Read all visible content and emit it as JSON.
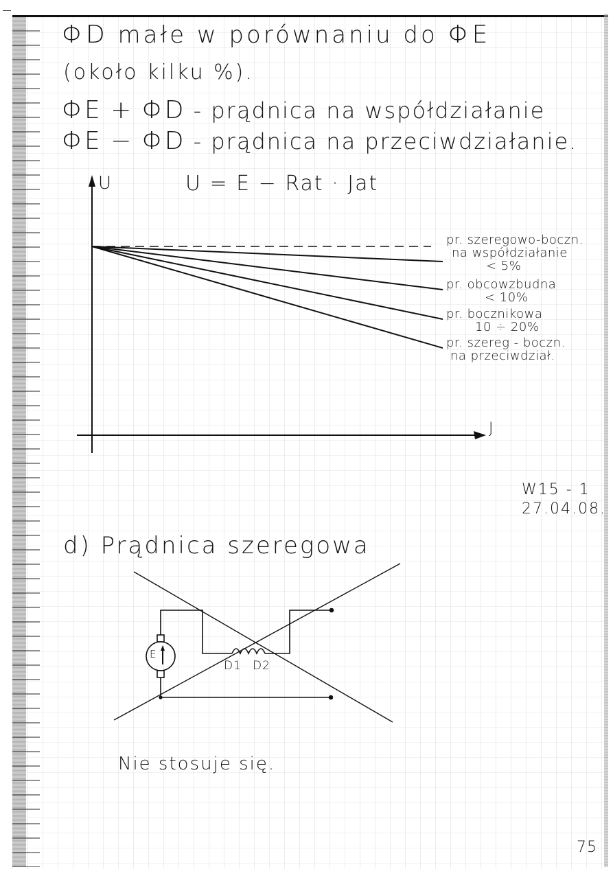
{
  "page": {
    "type": "handwritten lecture notes on grid paper",
    "page_number": "75"
  },
  "intro": {
    "line1": {
      "symbol": "ΦD",
      "text": "małe w porównaniu do",
      "symbol2": "ΦE"
    },
    "line2": "(około kilku %).",
    "line3": {
      "expr": "ΦE + ΦD",
      "dash": "-",
      "text": "prądnica na współdziałanie"
    },
    "line4": {
      "expr": "ΦE − ΦD",
      "dash": "-",
      "text": "prądnica na przeciwdziałanie."
    }
  },
  "graph": {
    "formula": "U = E − Rat · Jat",
    "y_axis_label": "U",
    "x_axis_label": "J",
    "reference_line": "dashed horizontal at E",
    "curves": [
      {
        "label_line1": "pr. szeregowo-boczn.",
        "label_line2": "na współdziałanie",
        "label_line3": "< 5%"
      },
      {
        "label_line1": "pr. obcowzbudna",
        "label_line2": "< 10%"
      },
      {
        "label_line1": "pr. bocznikowa",
        "label_line2": "10 ÷ 20%"
      },
      {
        "label_line1": "pr. szereg - boczn.",
        "label_line2": "na przeciwdział."
      }
    ]
  },
  "lecture_tag": {
    "code": "W15 - 1",
    "date": "27.04.08."
  },
  "section_d": {
    "heading": "d) Prądnica szeregowa",
    "circuit": {
      "generator_label": "E",
      "winding_start": "D1",
      "winding_end": "D2",
      "crossed_out": true
    },
    "note": "Nie stosuje się."
  }
}
